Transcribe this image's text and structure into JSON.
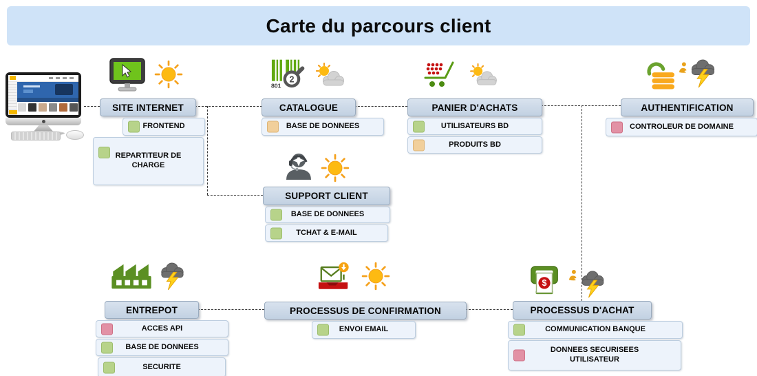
{
  "title": "Carte du parcours client",
  "colors": {
    "title_bg": "#cfe3f8",
    "header_bg": "#c9d7e6",
    "item_bg": "#edf3fb",
    "dot_green": "#b7d38a",
    "dot_orange": "#f1cf9b",
    "dot_pink": "#e291a5",
    "connector": "#3a3a3a"
  },
  "icon_text": {
    "barcode": "801",
    "magnifier": "2",
    "dollar": "$"
  },
  "nodes": {
    "site_internet": {
      "label": "SITE INTERNET",
      "icons": [
        "monitor-cursor",
        "sun"
      ],
      "items": [
        {
          "label": "FRONTEND",
          "dot": "green"
        },
        {
          "label": "REPARTITEUR DE CHARGE",
          "dot": "green"
        }
      ]
    },
    "catalogue": {
      "label": "CATALOGUE",
      "icons": [
        "barcode-scan",
        "sun-cloud"
      ],
      "items": [
        {
          "label": "BASE DE DONNEES",
          "dot": "orange"
        }
      ]
    },
    "panier": {
      "label": "PANIER D'ACHATS",
      "icons": [
        "shopping-cart",
        "sun-cloud"
      ],
      "items": [
        {
          "label": "UTILISATEURS BD",
          "dot": "green"
        },
        {
          "label": "PRODUITS BD",
          "dot": "orange"
        }
      ]
    },
    "authentification": {
      "label": "AUTHENTIFICATION",
      "icons": [
        "padlock-open",
        "user",
        "storm-cloud"
      ],
      "items": [
        {
          "label": "CONTROLEUR DE DOMAINE",
          "dot": "pink"
        }
      ]
    },
    "support_client": {
      "label": "SUPPORT CLIENT",
      "icons": [
        "support-agent",
        "sun"
      ],
      "items": [
        {
          "label": "BASE DE DONNEES",
          "dot": "green"
        },
        {
          "label": "TCHAT & E-MAIL",
          "dot": "green"
        }
      ]
    },
    "entrepot": {
      "label": "ENTREPOT",
      "icons": [
        "factory",
        "storm-cloud"
      ],
      "items": [
        {
          "label": "ACCES API",
          "dot": "pink"
        },
        {
          "label": "BASE DE DONNEES",
          "dot": "green"
        },
        {
          "label": "SECURITE",
          "dot": "green"
        }
      ]
    },
    "confirmation": {
      "label": "PROCESSUS DE CONFIRMATION",
      "icons": [
        "email-received",
        "sun"
      ],
      "items": [
        {
          "label": "ENVOI EMAIL",
          "dot": "green"
        }
      ]
    },
    "achat": {
      "label": "PROCESSUS D'ACHAT",
      "icons": [
        "atm-payment",
        "user",
        "storm-cloud"
      ],
      "items": [
        {
          "label": "COMMUNICATION BANQUE",
          "dot": "green"
        },
        {
          "label": "DONNEES SECURISEES UTILISATEUR",
          "dot": "pink"
        }
      ]
    }
  }
}
